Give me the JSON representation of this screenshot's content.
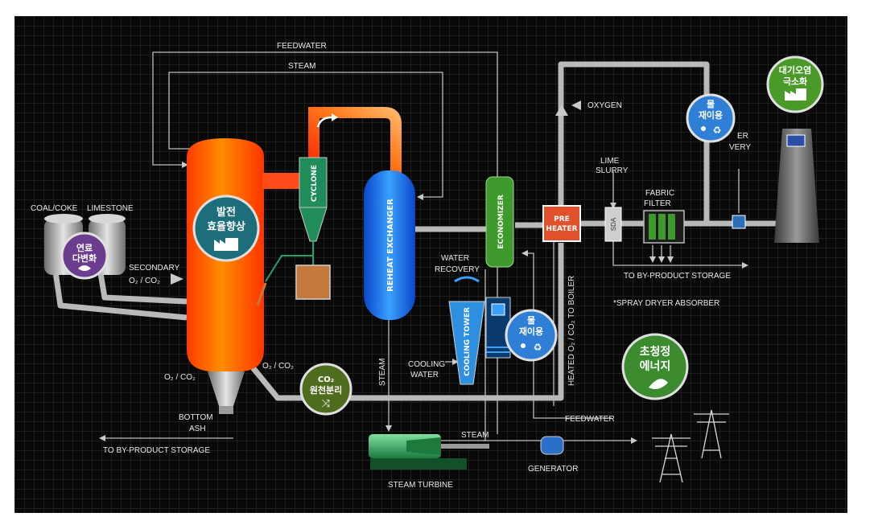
{
  "flows": {
    "feedwater_top": "FEEDWATER",
    "steam_top": "STEAM",
    "oxygen": "OXYGEN",
    "coal_coke": "COAL/COKE",
    "limestone": "LIMESTONE",
    "secondary": "SECONDARY",
    "secondary_gas": "O₂ / CO₂",
    "o2co2_left": "O₂ / CO₂",
    "o2co2_right": "O₂ / CO₂",
    "bottom_ash_1": "BOTTOM",
    "bottom_ash_2": "ASH",
    "to_storage_left": "TO BY-PRODUCT STORAGE",
    "to_storage_right": "TO BY-PRODUCT STORAGE",
    "lime_slurry_1": "LIME",
    "lime_slurry_2": "SLURRY",
    "fabric_filter_1": "FABRIC",
    "fabric_filter_2": "FILTER",
    "sda_note": "*SPRAY DRYER ABSORBER",
    "water_recovery_1": "WATER",
    "water_recovery_2": "RECOVERY",
    "water_recovery_right_1": "ER",
    "water_recovery_right_2": "VERY",
    "cooling_water_1": "COOLING",
    "cooling_water_2": "WATER",
    "steam_vertical": "STEAM",
    "steam_bottom": "STEAM",
    "heated_to_boiler": "HEATED O₂ / CO₂ TO BOILER",
    "feedwater_bottom": "FEEDWATER",
    "generator": "GENERATOR",
    "steam_turbine": "STEAM TURBINE"
  },
  "equipment": {
    "cyclone": "CYCLONE",
    "reheat_exchanger": "REHEAT EXCHANGER",
    "economizer": "ECONOMIZER",
    "preheater_1": "PRE",
    "preheater_2": "HEATER",
    "sda": "SDA",
    "cooling_tower": "COOLING TOWER"
  },
  "badges": {
    "fuel_1": "연료",
    "fuel_2": "다변화",
    "efficiency_1": "발전",
    "efficiency_2": "효율향상",
    "co2_1": "CO₂",
    "co2_2": "원천분리",
    "water_mid_1": "물",
    "water_mid_2": "재이용",
    "water_top_1": "물",
    "water_top_2": "재이용",
    "pollution_1": "대기오염",
    "pollution_2": "극소화",
    "clean_1": "초청정",
    "clean_2": "에너지"
  },
  "colors": {
    "pipe": "#b9b9b9",
    "badge_purple": "#6a3d8e",
    "badge_teal": "#1e6d7a",
    "badge_olive": "#4f6b1e",
    "badge_blue": "#2f7fd6",
    "badge_green": "#3c8b2e",
    "cyclone": "#1f8c5a",
    "economizer": "#3f9a2e"
  }
}
